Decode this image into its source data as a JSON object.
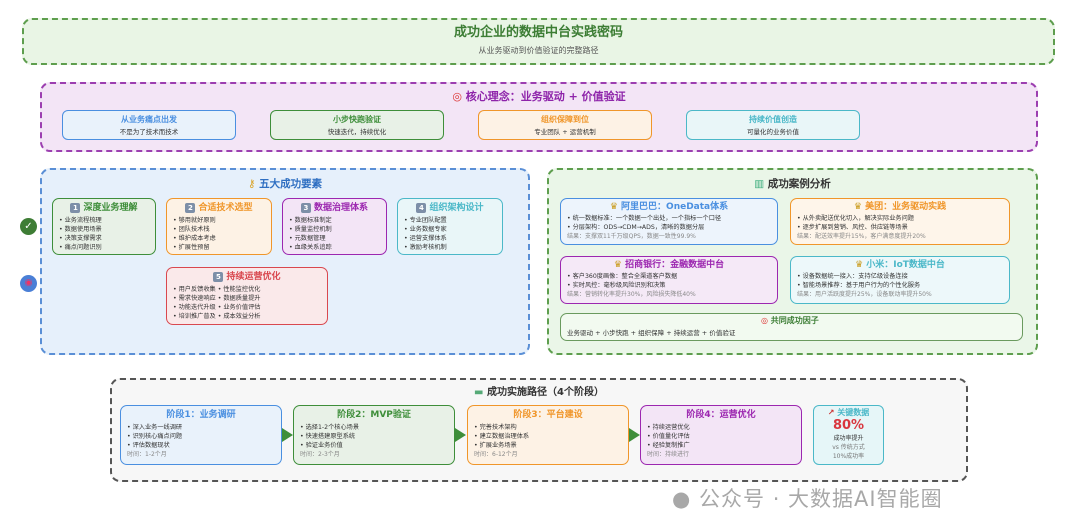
{
  "header": {
    "title": "成功企业的数据中台实践密码",
    "subtitle": "从业务驱动到价值验证的完整路径"
  },
  "core": {
    "icon": "target-icon",
    "title": "核心理念：业务驱动 + 价值验证",
    "cards": [
      {
        "title": "从业务痛点出发",
        "desc": "不是为了技术而技术",
        "color": "#4a8fe0"
      },
      {
        "title": "小步快跑验证",
        "desc": "快速迭代，持续优化",
        "color": "#3e8e3a"
      },
      {
        "title": "组织保障到位",
        "desc": "专业团队 + 运营机制",
        "color": "#f0962a"
      },
      {
        "title": "持续价值创造",
        "desc": "可量化的业务价值",
        "color": "#4bb8c8"
      }
    ]
  },
  "factors": {
    "icon": "key-icon",
    "title": "五大成功要素",
    "items": [
      {
        "num": "1",
        "title": "深度业务理解",
        "color": "#3e8e3a",
        "points": [
          "业务流程梳理",
          "数据使用场景",
          "决策支撑需求",
          "痛点问题识别"
        ]
      },
      {
        "num": "2",
        "title": "合适技术选型",
        "color": "#f0962a",
        "points": [
          "够用就好原则",
          "团队技术栈",
          "维护成本考虑",
          "扩展性预留"
        ]
      },
      {
        "num": "3",
        "title": "数据治理体系",
        "color": "#9c27b0",
        "points": [
          "数据标准制定",
          "质量监控机制",
          "元数据管理",
          "血缘关系追踪"
        ]
      },
      {
        "num": "4",
        "title": "组织架构设计",
        "color": "#4bb8c8",
        "points": [
          "专业团队配置",
          "业务数据专家",
          "运营支撑体系",
          "激励考核机制"
        ]
      },
      {
        "num": "5",
        "title": "持续运营优化",
        "color": "#d9484f",
        "points": [
          "用户反馈收集 • 性能监控优化",
          "需求快速响应 • 数据质量提升",
          "功能迭代升级 • 业务价值评估",
          "培训推广普及 • 成本效益分析"
        ]
      }
    ]
  },
  "side_markers": [
    {
      "icon": "check-icon",
      "color": "#3e7d35"
    },
    {
      "icon": "target-icon",
      "color": "#4a7fd6"
    }
  ],
  "cases": {
    "icon": "chart-icon",
    "title": "成功案例分析",
    "items": [
      {
        "icon": "trophy-icon",
        "title": "阿里巴巴：OneData体系",
        "color": "#4a8fe0",
        "points": [
          "统一数据标准：一个数据一个出处，一个指标一个口径",
          "分层架构：ODS→CDM→ADS，清晰的数据分层"
        ],
        "result": "结果：支撑双11千万级QPS，数据一致性99.9%"
      },
      {
        "icon": "trophy-icon",
        "title": "美团：业务驱动实践",
        "color": "#f0962a",
        "points": [
          "从外卖配送优化切入，解决实际业务问题",
          "逐步扩展到营销、风控、供应链等场景"
        ],
        "result": "结果：配送效率提升15%，客户满意度提升20%"
      },
      {
        "icon": "trophy-icon",
        "title": "招商银行：金融数据中台",
        "color": "#9c27b0",
        "points": [
          "客户360度画像：整合全渠道客户数据",
          "实时风控：毫秒级风险识别和决策"
        ],
        "result": "结果：营销转化率提升30%，风险损失降低40%"
      },
      {
        "icon": "trophy-icon",
        "title": "小米：IoT数据中台",
        "color": "#4bb8c8",
        "points": [
          "设备数据统一接入：支持亿级设备连接",
          "智能场景推荐：基于用户行为的个性化服务"
        ],
        "result": "结果：用户活跃度提升25%，设备联动率提升50%"
      }
    ],
    "common": {
      "icon": "target-icon",
      "title": "共同成功因子",
      "text": "业务驱动 + 小步快跑 + 组织保障 + 持续运营 + 价值验证"
    }
  },
  "path": {
    "icon": "car-icon",
    "title": "成功实施路径（4个阶段）",
    "stages": [
      {
        "title": "阶段1：业务调研",
        "color": "#4a8fe0",
        "points": [
          "深入业务一线调研",
          "识别核心痛点问题",
          "评估数据现状"
        ],
        "time": "时间：1-2个月"
      },
      {
        "title": "阶段2：MVP验证",
        "color": "#3e8e3a",
        "points": [
          "选择1-2个核心场景",
          "快速搭建原型系统",
          "验证业务价值"
        ],
        "time": "时间：2-3个月"
      },
      {
        "title": "阶段3：平台建设",
        "color": "#f0962a",
        "points": [
          "完善技术架构",
          "建立数据治理体系",
          "扩展业务场景"
        ],
        "time": "时间：6-12个月"
      },
      {
        "title": "阶段4：运营优化",
        "color": "#9c27b0",
        "points": [
          "持续运营优化",
          "价值量化评估",
          "经验复制推广"
        ],
        "time": "时间：持续进行"
      }
    ],
    "key": {
      "icon": "trend-icon",
      "title": "关键数据",
      "value": "80%",
      "label": "成功率提升",
      "vs": "vs 传统方式",
      "base": "10%成功率"
    }
  },
  "watermark": "公众号 · 大数据AI智能圈"
}
